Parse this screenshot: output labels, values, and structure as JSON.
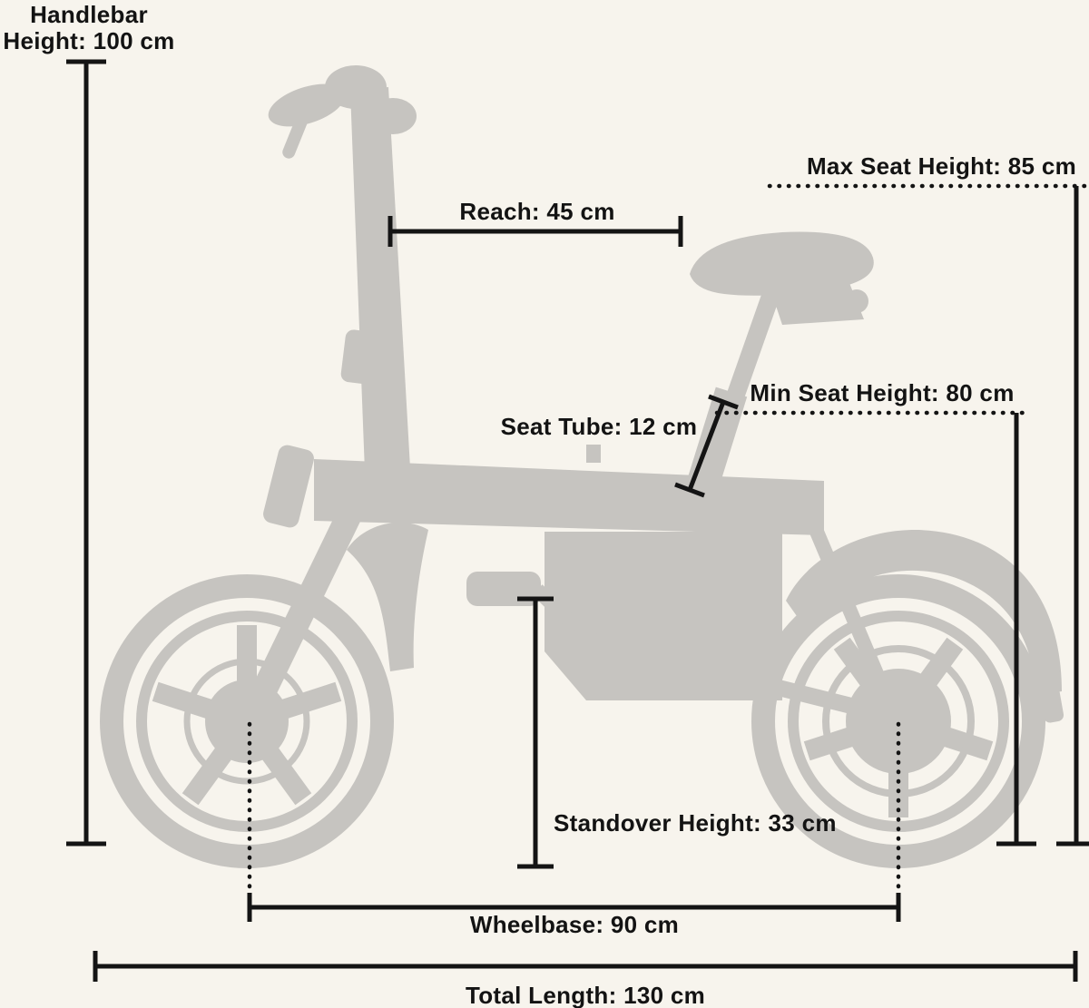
{
  "page": {
    "background_color": "#f7f4ed",
    "bike_silhouette_color": "#c6c4c0",
    "dimension_line_color": "#141414",
    "text_color": "#131313"
  },
  "labels": {
    "handlebar_height_line1": "Handlebar",
    "handlebar_height_line2": "Height: 100 cm",
    "max_seat_height": "Max Seat Height: 85 cm",
    "reach": "Reach: 45 cm",
    "min_seat_height": "Min Seat Height: 80 cm",
    "seat_tube": "Seat Tube: 12 cm",
    "standover_height": "Standover Height: 33 cm",
    "wheelbase": "Wheelbase: 90 cm",
    "total_length": "Total Length: 130 cm"
  },
  "measurements_cm": {
    "handlebar_height": 100,
    "max_seat_height": 85,
    "reach": 45,
    "min_seat_height": 80,
    "seat_tube": 12,
    "standover_height": 33,
    "wheelbase": 90,
    "total_length": 130
  }
}
